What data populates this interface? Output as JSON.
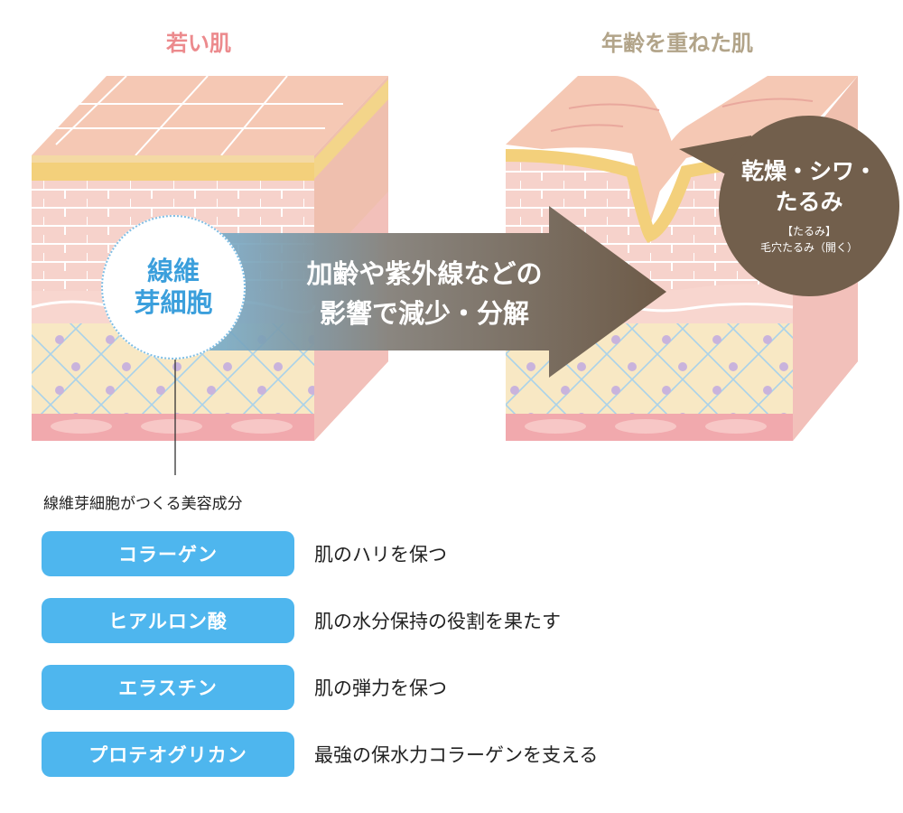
{
  "young_title": "若い肌",
  "aged_title": "年齢を重ねた肌",
  "fibroblast": {
    "line1": "線維",
    "line2": "芽細胞"
  },
  "arrow": {
    "line1": "加齢や紫外線などの",
    "line2": "影響で減少・分解"
  },
  "aged_bubble": {
    "line1": "乾燥・シワ・",
    "line2": "たるみ",
    "sub1": "【たるみ】",
    "sub2": "毛穴たるみ（開く）"
  },
  "components_title": "線維芽細胞がつくる美容成分",
  "components": [
    {
      "name": "コラーゲン",
      "desc": "肌のハリを保つ"
    },
    {
      "name": "ヒアルロン酸",
      "desc": "肌の水分保持の役割を果たす"
    },
    {
      "name": "エラスチン",
      "desc": "肌の弾力を保つ"
    },
    {
      "name": "プロテオグリカン",
      "desc": "最強の保水力コラーゲンを支える"
    }
  ],
  "colors": {
    "young_title": "#ec8a8d",
    "aged_title": "#b2a489",
    "pill": "#4eb6ee",
    "arrow_dark": "#6d5a47",
    "bubble": "#725f4c"
  }
}
